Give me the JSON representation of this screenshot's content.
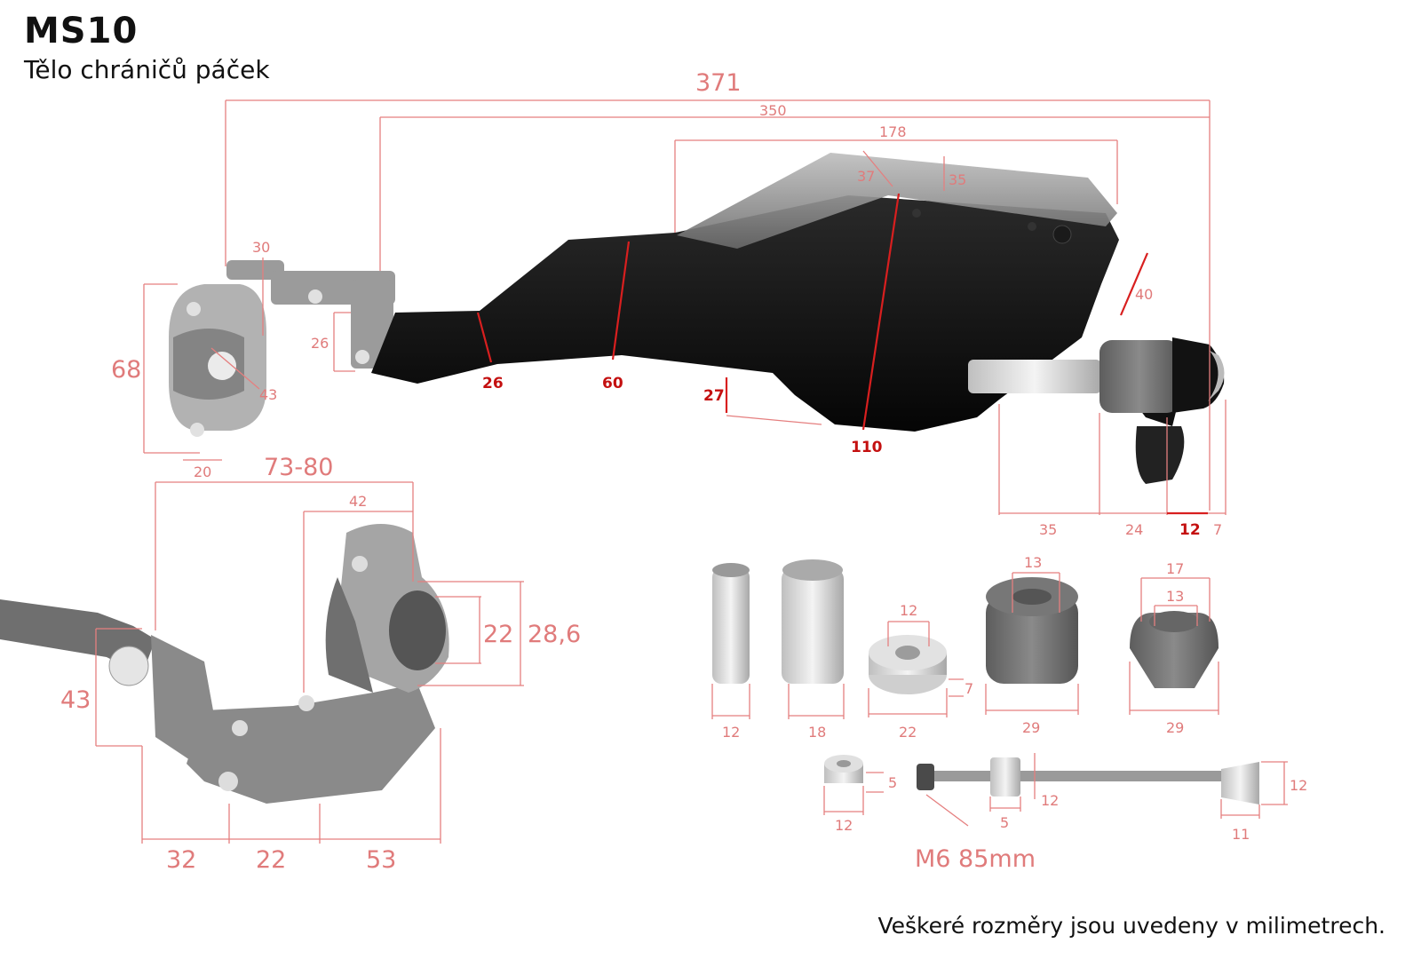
{
  "header": {
    "title": "MS10",
    "subtitle": "Tělo chráničů páček"
  },
  "footnote": "Veškeré rozměry jsou uvedeny v milimetrech.",
  "dimensions": {
    "overall_371": "371",
    "overall_350": "350",
    "shield_178": "178",
    "angle_37": "37",
    "height_35": "35",
    "side_40": "40",
    "clamp_30": "30",
    "clamp_68": "68",
    "clamp_26": "26",
    "clamp_43": "43",
    "clamp_20": "20",
    "neck_26": "26",
    "body_60": "60",
    "lower_27": "27",
    "body_110": "110",
    "end_35": "35",
    "end_24": "24",
    "end_12": "12",
    "end_7": "7",
    "mount_73_80": "73-80",
    "mount_42": "42",
    "mount_22": "22",
    "mount_28_6": "28,6",
    "mount_43": "43",
    "mount_32": "32",
    "mount_22b": "22",
    "mount_53": "53",
    "part1_12": "12",
    "part2_18": "18",
    "part3_12": "12",
    "part3_22": "22",
    "part3_7": "7",
    "part4_13": "13",
    "part4_29": "29",
    "part5_17": "17",
    "part5_13": "13",
    "part5_29": "29",
    "washer_5": "5",
    "washer_12": "12",
    "bolt_12a": "12",
    "bolt_5": "5",
    "bolt_12b": "12",
    "bolt_11": "11",
    "bolt_spec": "M6 85mm"
  }
}
